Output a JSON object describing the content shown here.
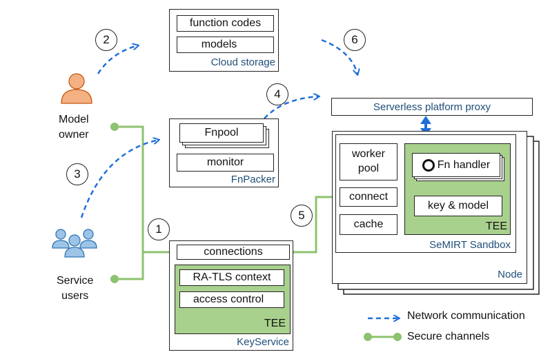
{
  "cloud_storage": {
    "item1": "function codes",
    "item2": "models",
    "caption": "Cloud storage"
  },
  "fnpacker": {
    "item1": "Fnpool",
    "item2": "monitor",
    "caption": "FnPacker"
  },
  "keyservice": {
    "item1": "connections",
    "item2": "RA-TLS context",
    "item3": "access control",
    "tee": "TEE",
    "caption": "KeyService"
  },
  "proxy": {
    "label": "Serverless platform proxy"
  },
  "node": {
    "worker_pool": "worker\npool",
    "connect": "connect",
    "cache": "cache",
    "fn_handler": "Fn handler",
    "key_model": "key & model",
    "tee": "TEE",
    "sandbox_caption": "SeMIRT Sandbox",
    "node_caption": "Node"
  },
  "actors": {
    "model_owner": "Model\nowner",
    "service_users": "Service\nusers"
  },
  "steps": [
    "1",
    "2",
    "3",
    "4",
    "5",
    "6"
  ],
  "legend": {
    "network": "Network communication",
    "secure": "Secure channels"
  },
  "colors": {
    "network": "#1e6fd9",
    "secure": "#8dc26e",
    "tee_fill": "#a9d18e",
    "caption": "#1f4e79"
  }
}
